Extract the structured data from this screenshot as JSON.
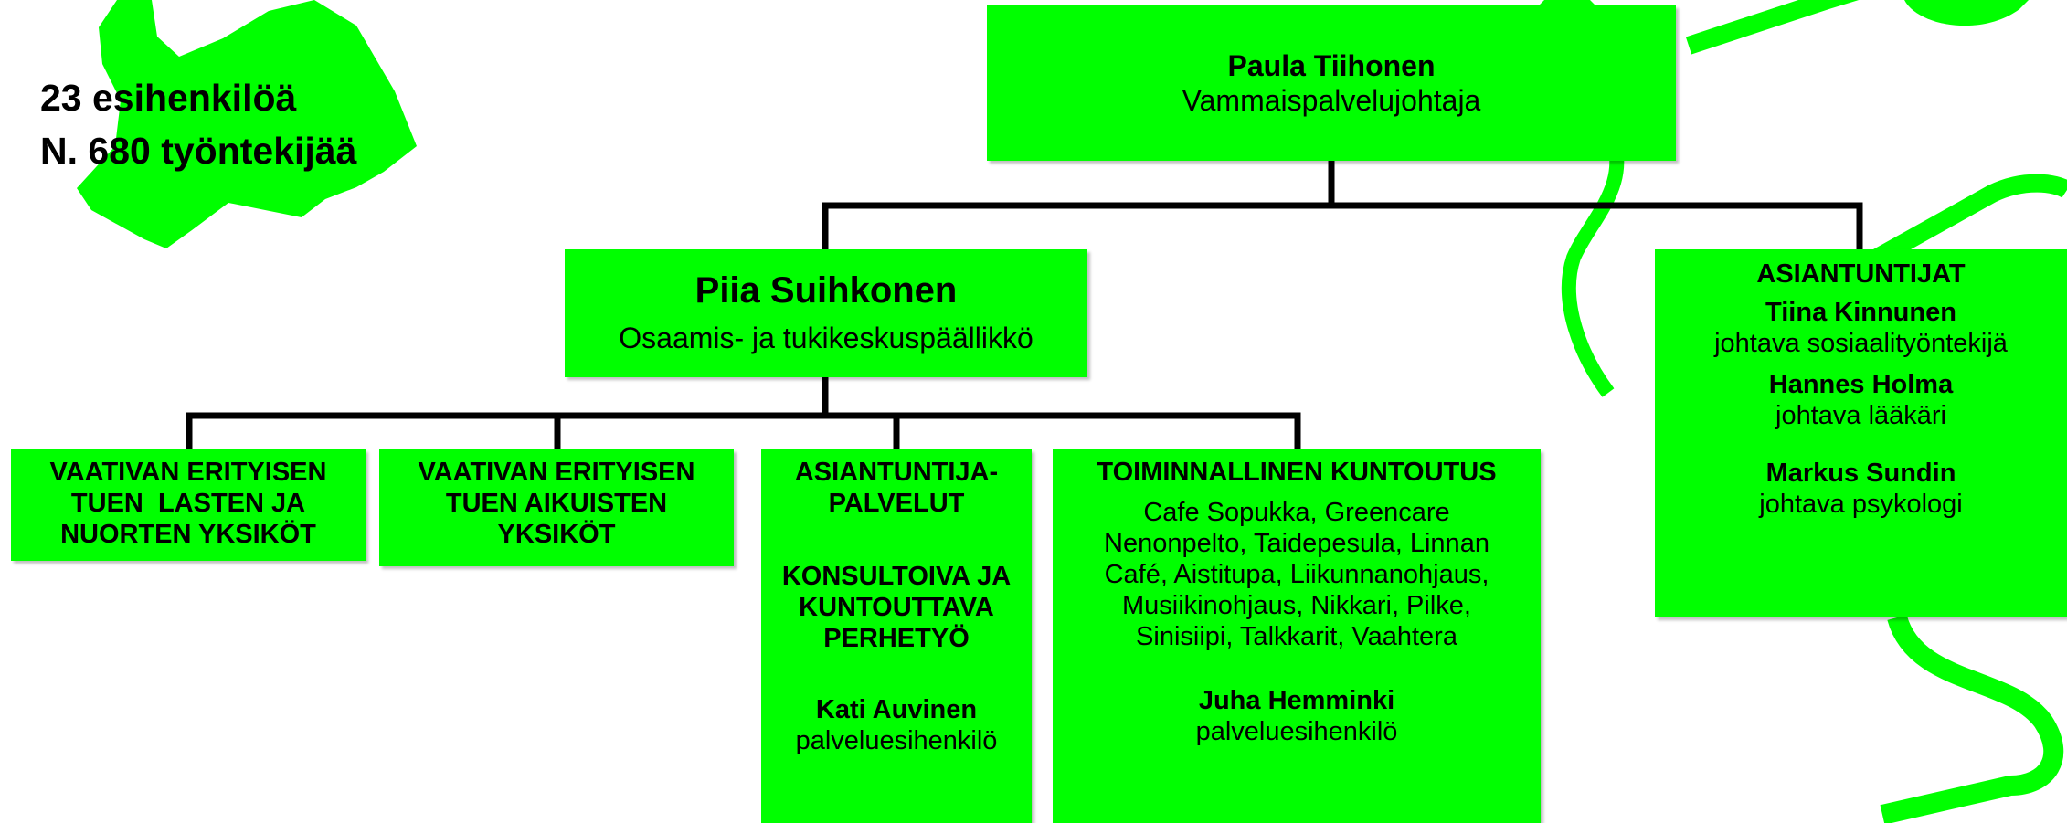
{
  "stats": {
    "supervisors": "23 esihenkilöä",
    "employees": "N. 680 työntekijää"
  },
  "director": {
    "name": "Paula Tiihonen",
    "title": "Vammaispalvelujohtaja"
  },
  "center_manager": {
    "name": "Piia Suihkonen",
    "title": "Osaamis- ja tukikeskuspäällikkö"
  },
  "experts": {
    "heading": "ASIANTUNTIJAT",
    "people": [
      {
        "name": "Tiina Kinnunen",
        "title": "johtava sosiaalityöntekijä"
      },
      {
        "name": "Hannes Holma",
        "title": "johtava lääkäri"
      },
      {
        "name": "Markus Sundin",
        "title": "johtava psykologi"
      }
    ]
  },
  "units": {
    "children": {
      "lines": [
        "VAATIVAN ERITYISEN",
        "TUEN  LASTEN JA",
        "NUORTEN YKSIKÖT"
      ]
    },
    "adults": {
      "lines": [
        "VAATIVAN ERITYISEN",
        "TUEN AIKUISTEN",
        "YKSIKÖT"
      ]
    },
    "expert_services": {
      "heading_lines": [
        "ASIANTUNTIJA-",
        "PALVELUT"
      ],
      "sub_lines": [
        "KONSULTOIVA JA",
        "KUNTOUTTAVA",
        "PERHETYÖ"
      ],
      "manager_name": "Kati Auvinen",
      "manager_title": "palveluesihenkilö"
    },
    "rehab": {
      "heading": "TOIMINNALLINEN KUNTOUTUS",
      "desc_lines": [
        "Cafe Sopukka, Greencare",
        "Nenonpelto, Taidepesula, Linnan",
        "Café, Aistitupa, Liikunnanohjaus,",
        "Musiikinohjaus, Nikkari, Pilke,",
        "Sinisiipi, Talkkarit, Vaahtera"
      ],
      "manager_name": "Juha Hemminki",
      "manager_title": "palveluesihenkilö"
    }
  },
  "colors": {
    "box_fill": "#00ff00",
    "connector": "#000000",
    "decoration": "#00ff00"
  }
}
